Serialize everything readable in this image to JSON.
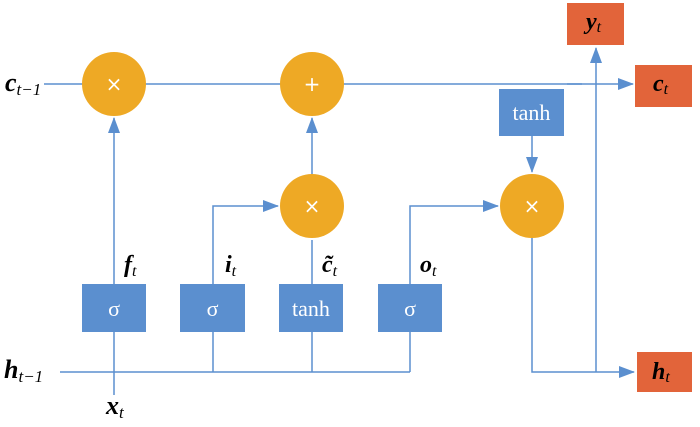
{
  "colors": {
    "line": "#5b8fcf",
    "operator": "#eea925",
    "gate_box": "#5b8fcf",
    "output_box": "#e2643a"
  },
  "inputs": {
    "c_prev": {
      "main": "c",
      "sub": "t−1"
    },
    "h_prev": {
      "main": "h",
      "sub": "t−1"
    },
    "x": {
      "main": "x",
      "sub": "t"
    }
  },
  "outputs": {
    "y": {
      "main": "y",
      "sub": "t"
    },
    "c": {
      "main": "c",
      "sub": "t"
    },
    "h": {
      "main": "h",
      "sub": "t"
    }
  },
  "gates": [
    {
      "fn": "σ",
      "main": "f",
      "sub": "t"
    },
    {
      "fn": "σ",
      "main": "i",
      "sub": "t"
    },
    {
      "fn": "tanh",
      "main": "c̃",
      "sub": "t"
    },
    {
      "fn": "σ",
      "main": "o",
      "sub": "t"
    }
  ],
  "operators": {
    "forget_mult": "×",
    "add": "+",
    "input_mult": "×",
    "output_mult": "×"
  },
  "cell_tanh": "tanh"
}
